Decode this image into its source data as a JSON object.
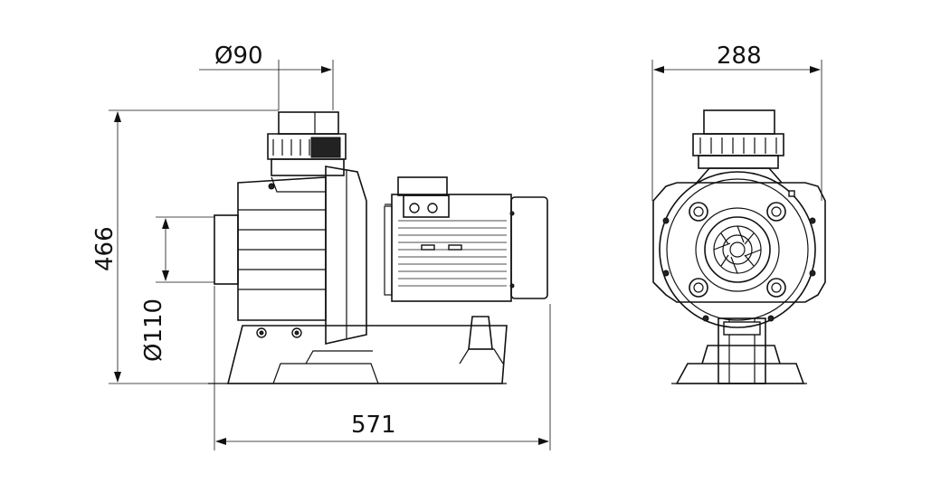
{
  "dimensions": {
    "outlet_diameter": "Ø90",
    "inlet_diameter": "Ø110",
    "total_height": "466",
    "total_length": "571",
    "total_width": "288"
  },
  "colors": {
    "line": "#111111",
    "background": "#ffffff"
  }
}
